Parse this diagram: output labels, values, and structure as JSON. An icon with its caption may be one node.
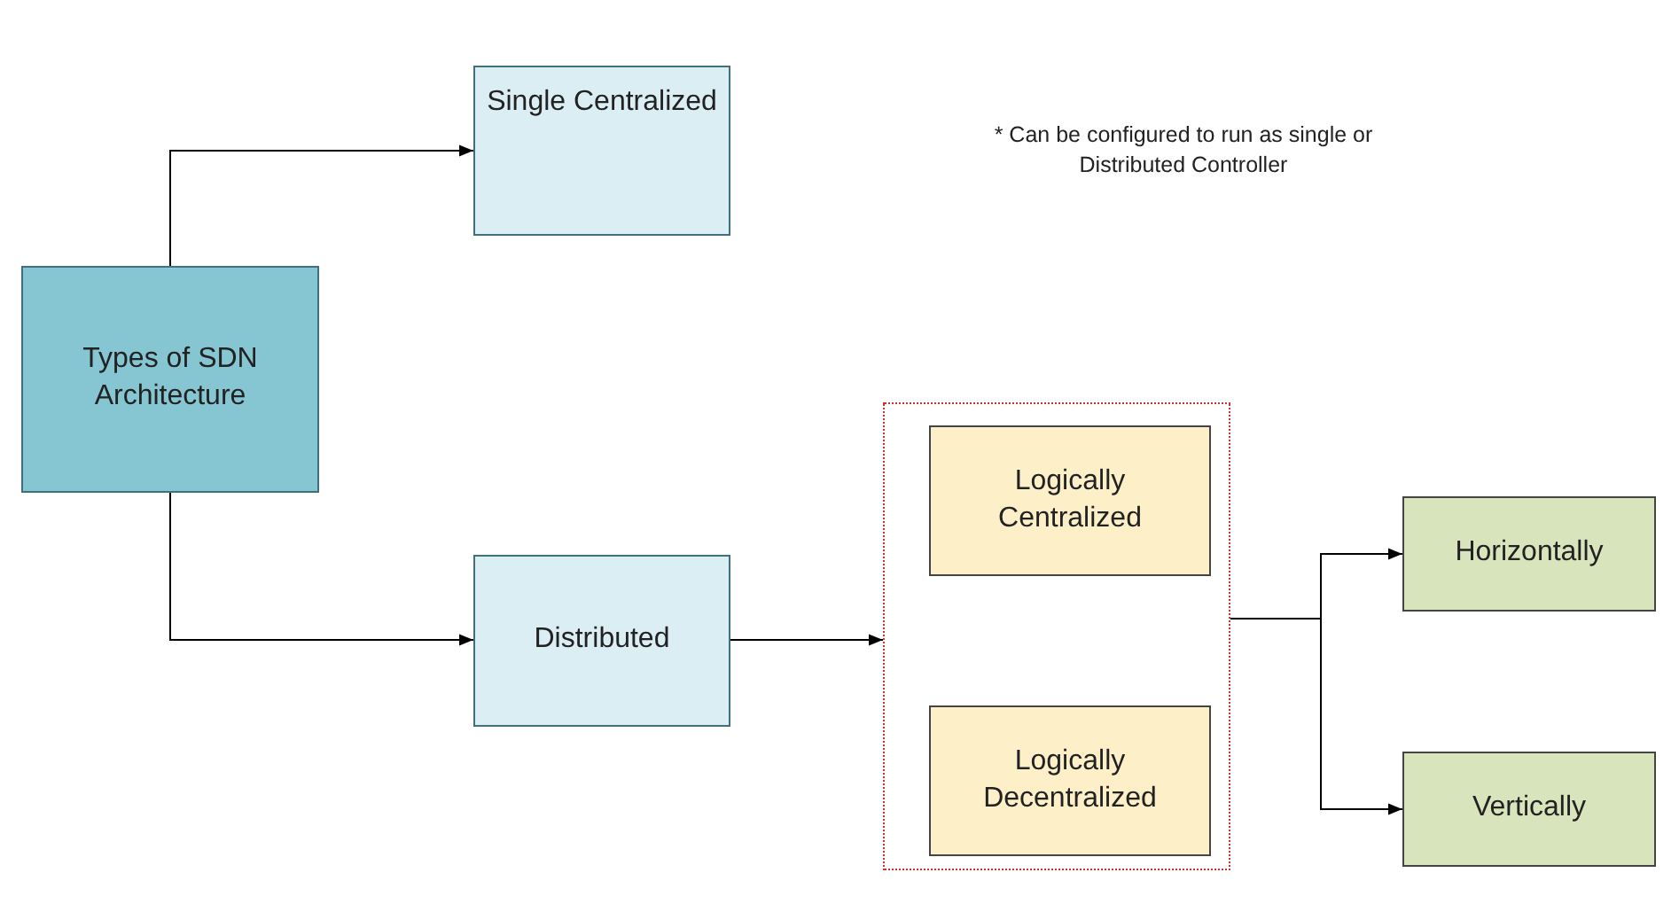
{
  "diagram": {
    "nodes": [
      {
        "text": [
          "Types of SDN Architecture"
        ]
      },
      {
        "text": [
          "Single Centralized"
        ]
      },
      {
        "text": [
          "Distributed"
        ]
      },
      {
        "text": [],
        "shape": "box"
      },
      {
        "text": [
          "Logically Centralized"
        ],
        "in": 3
      },
      {
        "text": [
          "Logically Decentralized"
        ],
        "in": 3
      },
      {
        "text": [
          "Horizontally"
        ]
      },
      {
        "text": [
          "Vertically"
        ]
      }
    ],
    "edges": [
      {
        "from": 0,
        "to": 1,
        "arrow": "to"
      },
      {
        "from": 0,
        "to": 2,
        "arrow": "to"
      },
      {
        "from": 2,
        "to": 3,
        "arrow": "to"
      },
      {
        "from": 3,
        "to": 6,
        "arrow": "to"
      },
      {
        "from": 3,
        "to": 7,
        "arrow": "to"
      }
    ],
    "labels": [
      "* Can be configured to run as single or Distributed Controller"
    ]
  }
}
